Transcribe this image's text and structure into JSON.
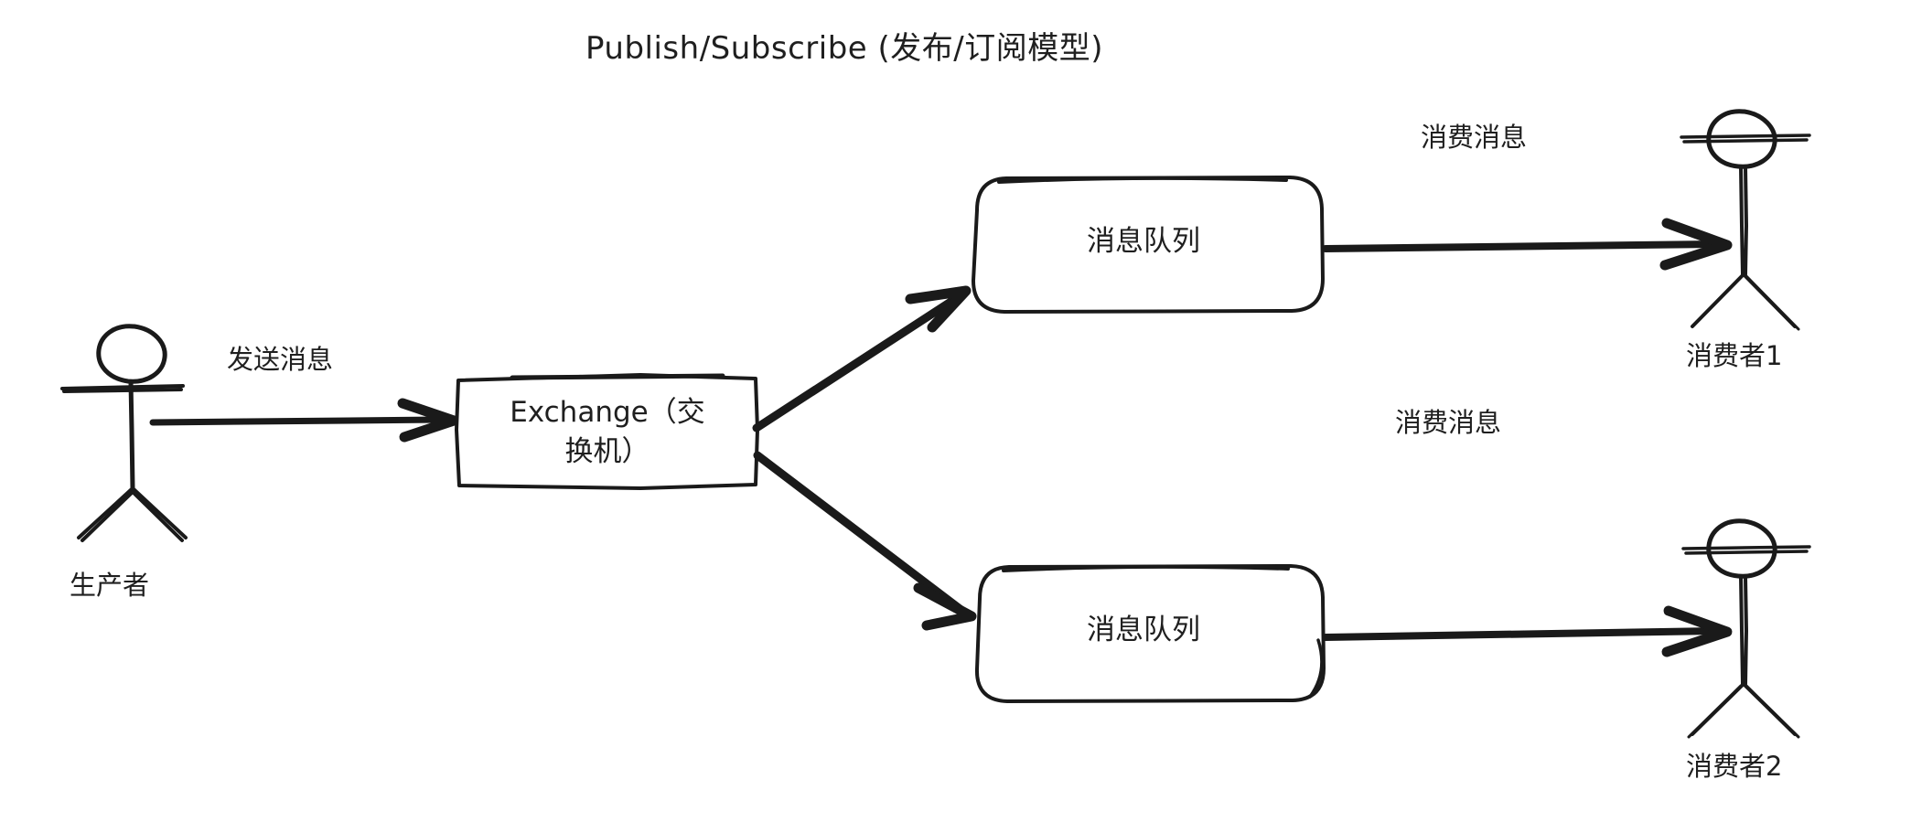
{
  "diagram": {
    "title": "Publish/Subscribe (发布/订阅模型)",
    "background_color": "#ffffff",
    "stroke_color": "#1a1a1a",
    "style": "hand-drawn-sketch",
    "nodes": [
      {
        "id": "producer",
        "type": "actor",
        "label": "生产者",
        "shape": "stick-figure"
      },
      {
        "id": "exchange",
        "type": "process",
        "label": "Exchange（交\n换机）",
        "shape": "rectangle"
      },
      {
        "id": "queue1",
        "type": "queue",
        "label": "消息队列",
        "shape": "rounded-rectangle"
      },
      {
        "id": "queue2",
        "type": "queue",
        "label": "消息队列",
        "shape": "rounded-rectangle"
      },
      {
        "id": "consumer1",
        "type": "actor",
        "label": "消费者1",
        "shape": "stick-figure"
      },
      {
        "id": "consumer2",
        "type": "actor",
        "label": "消费者2",
        "shape": "stick-figure"
      }
    ],
    "edges": [
      {
        "id": "e1",
        "from": "producer",
        "to": "exchange",
        "label": "发送消息"
      },
      {
        "id": "e2",
        "from": "exchange",
        "to": "queue1",
        "label": ""
      },
      {
        "id": "e3",
        "from": "exchange",
        "to": "queue2",
        "label": ""
      },
      {
        "id": "e4",
        "from": "queue1",
        "to": "consumer1",
        "label": "消费消息"
      },
      {
        "id": "e5",
        "from": "queue2",
        "to": "consumer2",
        "label": "消费消息"
      }
    ],
    "labels": {
      "exchange_line1": "Exchange（交",
      "exchange_line2": "换机）",
      "queue1": "消息队列",
      "queue2": "消息队列",
      "send_message": "发送消息",
      "consume_message_1": "消费消息",
      "consume_message_2": "消费消息",
      "producer": "生产者",
      "consumer1": "消费者1",
      "consumer2": "消费者2"
    }
  }
}
